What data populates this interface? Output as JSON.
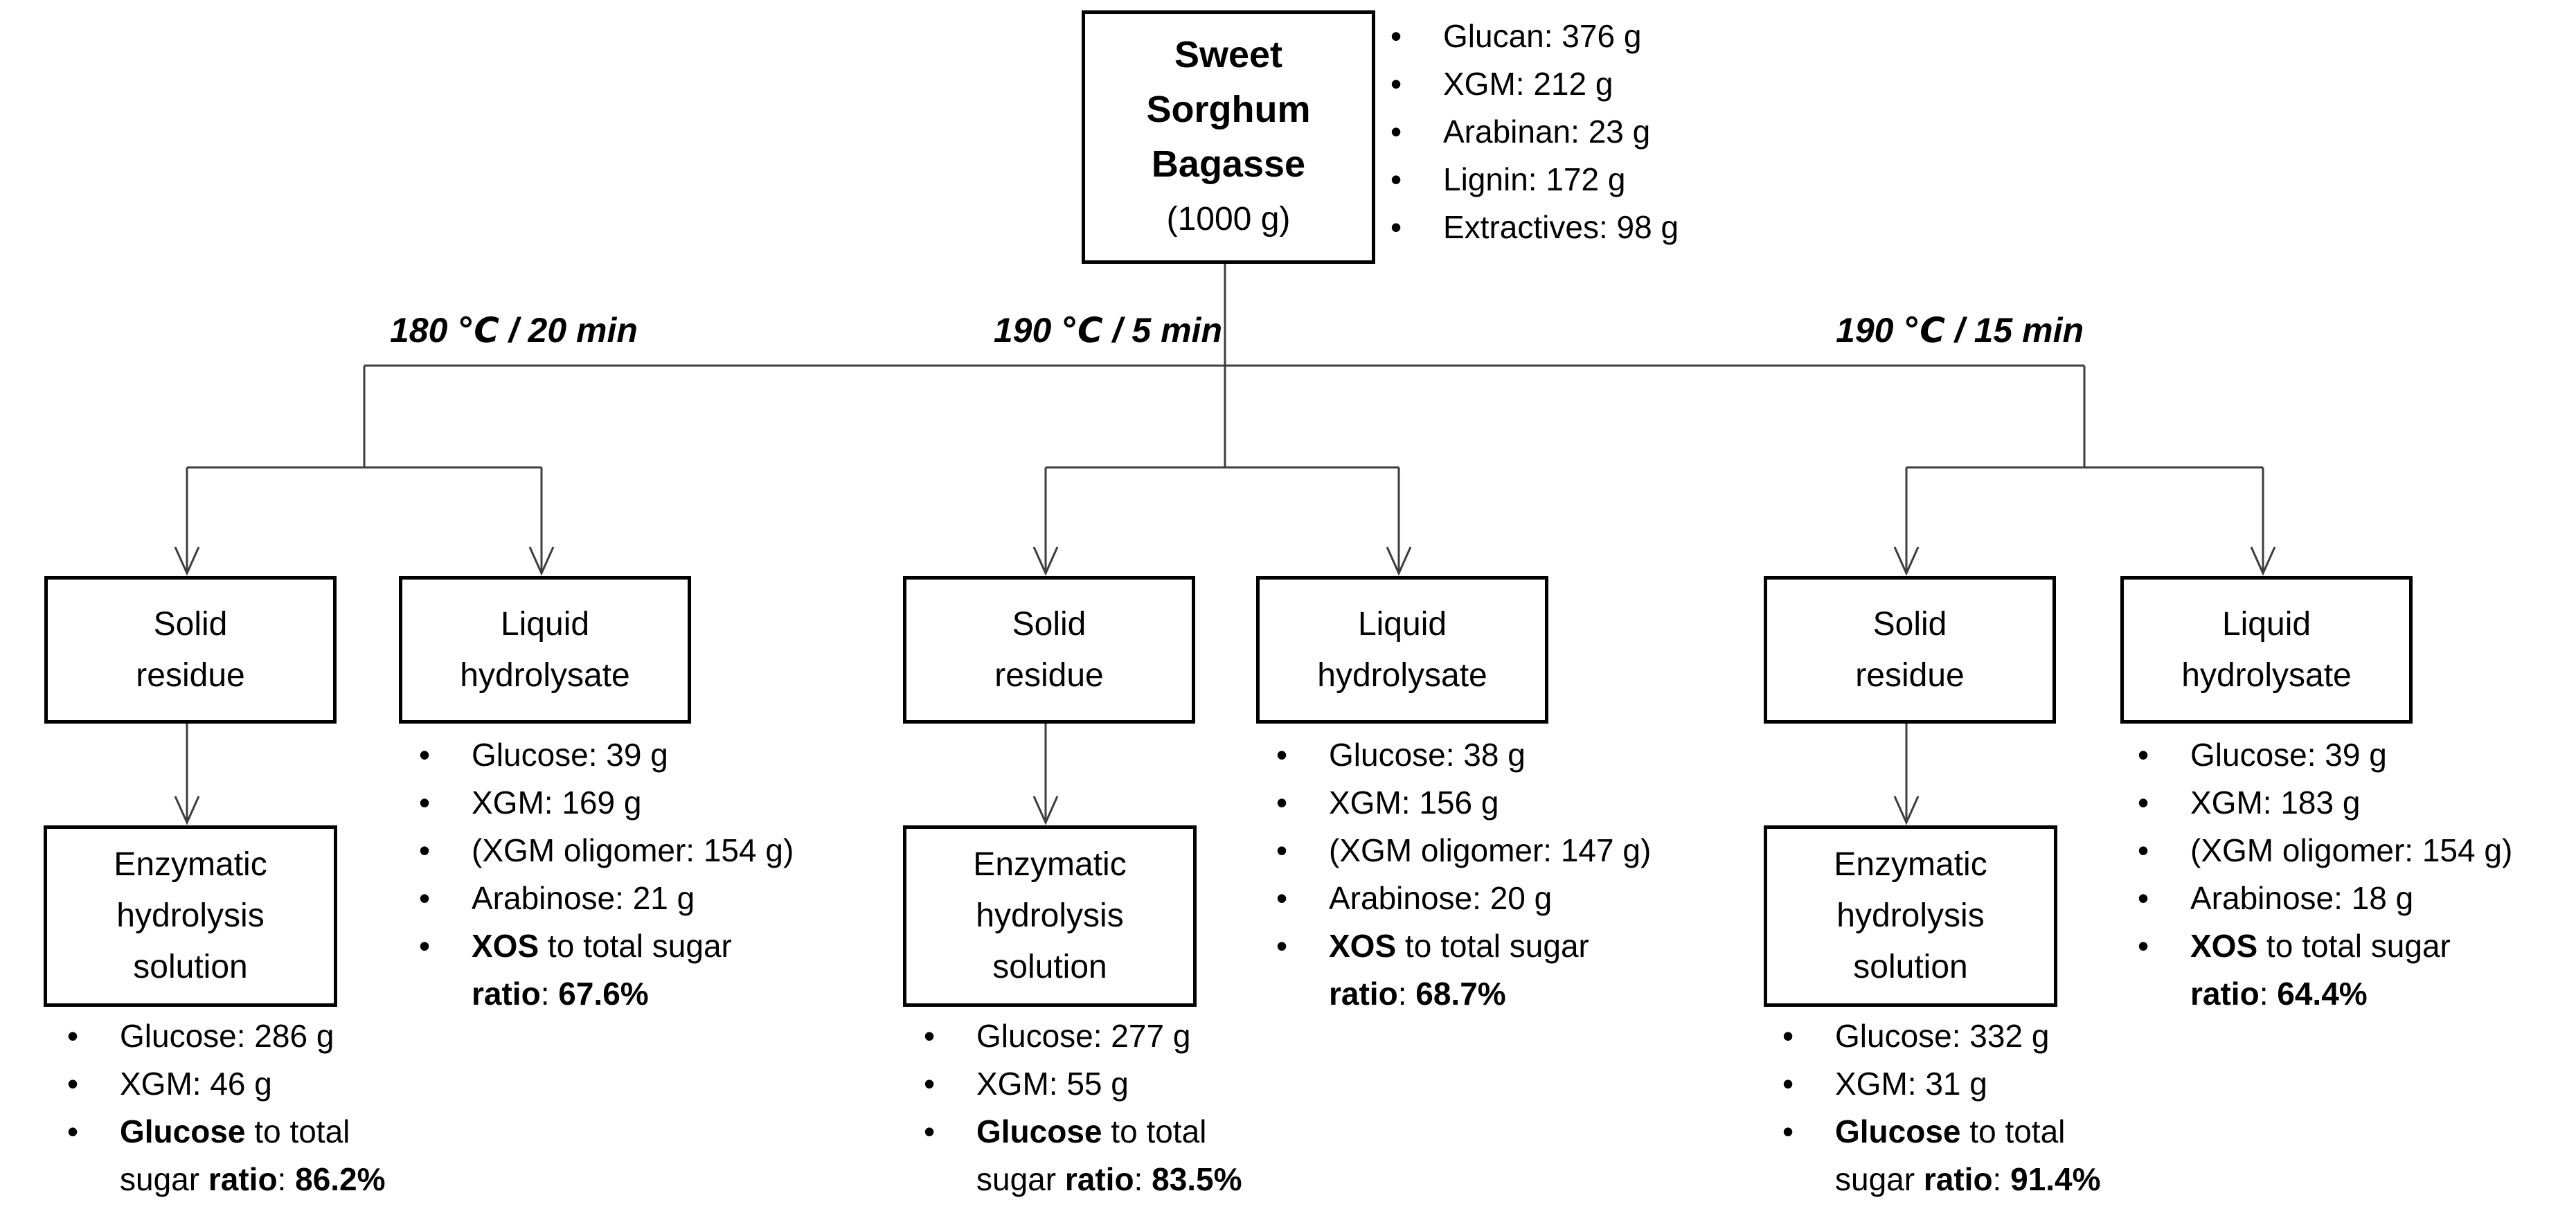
{
  "bullet_char": "•",
  "source_box": {
    "line1": "Sweet",
    "line2": "Sorghum",
    "line3": "Bagasse",
    "amount": "(1000 g)"
  },
  "composition": [
    "Glucan: 376 g",
    "XGM: 212 g",
    "Arabinan: 23 g",
    "Lignin: 172 g",
    "Extractives: 98 g"
  ],
  "branches": [
    {
      "condition": "180 ℃ / 20 min",
      "solid": {
        "line1": "Solid",
        "line2": "residue"
      },
      "liquid": {
        "line1": "Liquid",
        "line2": "hydrolysate"
      },
      "enzymatic": {
        "line1": "Enzymatic",
        "line2": "hydrolysis",
        "line3": "solution"
      },
      "liquid_list": {
        "glucose": "Glucose: 39 g",
        "xgm": "XGM: 169 g",
        "oligomer": "(XGM oligomer: 154 g)",
        "arabinose": "Arabinose: 21 g",
        "ratio": {
          "bold1": "XOS",
          "mid": " to total sugar",
          "bold2": "ratio",
          "sep": ": ",
          "value": "67.6%"
        }
      },
      "enzymatic_list": {
        "glucose": "Glucose: 286 g",
        "xgm": "XGM: 46 g",
        "ratio": {
          "bold1": "Glucose",
          "mid": " to total",
          "pre2": "sugar ",
          "bold2": "ratio",
          "sep": ": ",
          "value": "86.2%"
        }
      }
    },
    {
      "condition": "190 ℃ / 5 min",
      "solid": {
        "line1": "Solid",
        "line2": "residue"
      },
      "liquid": {
        "line1": "Liquid",
        "line2": "hydrolysate"
      },
      "enzymatic": {
        "line1": "Enzymatic",
        "line2": "hydrolysis",
        "line3": "solution"
      },
      "liquid_list": {
        "glucose": "Glucose: 38 g",
        "xgm": "XGM: 156 g",
        "oligomer": "(XGM oligomer: 147 g)",
        "arabinose": "Arabinose: 20 g",
        "ratio": {
          "bold1": "XOS",
          "mid": " to total sugar",
          "bold2": "ratio",
          "sep": ": ",
          "value": "68.7%"
        }
      },
      "enzymatic_list": {
        "glucose": "Glucose: 277 g",
        "xgm": "XGM: 55 g",
        "ratio": {
          "bold1": "Glucose",
          "mid": " to total",
          "pre2": "sugar ",
          "bold2": "ratio",
          "sep": ": ",
          "value": "83.5%"
        }
      }
    },
    {
      "condition": "190 ℃ / 15 min",
      "solid": {
        "line1": "Solid",
        "line2": "residue"
      },
      "liquid": {
        "line1": "Liquid",
        "line2": "hydrolysate"
      },
      "enzymatic": {
        "line1": "Enzymatic",
        "line2": "hydrolysis",
        "line3": "solution"
      },
      "liquid_list": {
        "glucose": "Glucose: 39 g",
        "xgm": "XGM: 183 g",
        "oligomer": "(XGM oligomer: 154 g)",
        "arabinose": "Arabinose: 18 g",
        "ratio": {
          "bold1": "XOS",
          "mid": " to total sugar",
          "bold2": "ratio",
          "sep": ": ",
          "value": "64.4%"
        }
      },
      "enzymatic_list": {
        "glucose": "Glucose: 332 g",
        "xgm": "XGM: 31 g",
        "ratio": {
          "bold1": "Glucose",
          "mid": " to total",
          "pre2": "sugar ",
          "bold2": "ratio",
          "sep": ": ",
          "value": "91.4%"
        }
      }
    }
  ]
}
